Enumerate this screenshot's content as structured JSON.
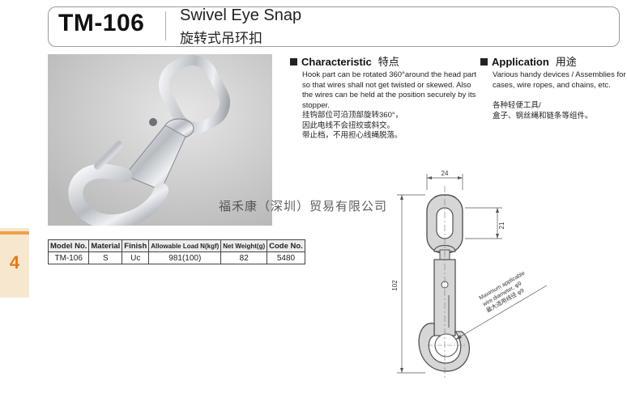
{
  "header": {
    "model": "TM-106",
    "title_en": "Swivel Eye Snap",
    "title_cn": "旋转式吊环扣"
  },
  "side_tab": {
    "chapter": "4"
  },
  "spec_table": {
    "headers": [
      "Model No.",
      "Material",
      "Finish",
      "Allowable Load N(kgf)",
      "Net Weight(g)",
      "Code No."
    ],
    "row": [
      "TM-106",
      "S",
      "Uc",
      "981(100)",
      "82",
      "5480"
    ]
  },
  "characteristic": {
    "title_en": "Characteristic",
    "title_cn": "特点",
    "body_en": "Hook part can be rotated 360°around the head part so that wires shall not get twisted or skewed. Also the wires can be held at the position securely by its stopper.",
    "body_cn_lines": [
      "挂钩部位可沿顶部旋转360°，",
      "因此电线不会扭绞或斜交。",
      "带止档，不用担心线绳脱落。"
    ]
  },
  "application": {
    "title_en": "Application",
    "title_cn": "用途",
    "body_en": "Various handy devices / Assemblies for cases, wire ropes, and chains, etc.",
    "body_cn_lines": [
      "各种轻便工具/",
      "盒子、钢丝绳和链条等组件。"
    ]
  },
  "watermark": "福禾康（深圳）贸易有限公司",
  "drawing": {
    "dim_width": "24",
    "dim_eye": "21",
    "dim_length": "102",
    "note_en_1": "Maximum applicable",
    "note_en_2": "wire diameter, φ9",
    "note_cn": "最大适用线径 φ9"
  },
  "colors": {
    "tab_background": "#f8e7cf",
    "tab_accent": "#f0a14a",
    "chapter_number": "#e07b18",
    "drawing_fill": "#d6d6d6",
    "photo_background": "#c6c6c6"
  }
}
